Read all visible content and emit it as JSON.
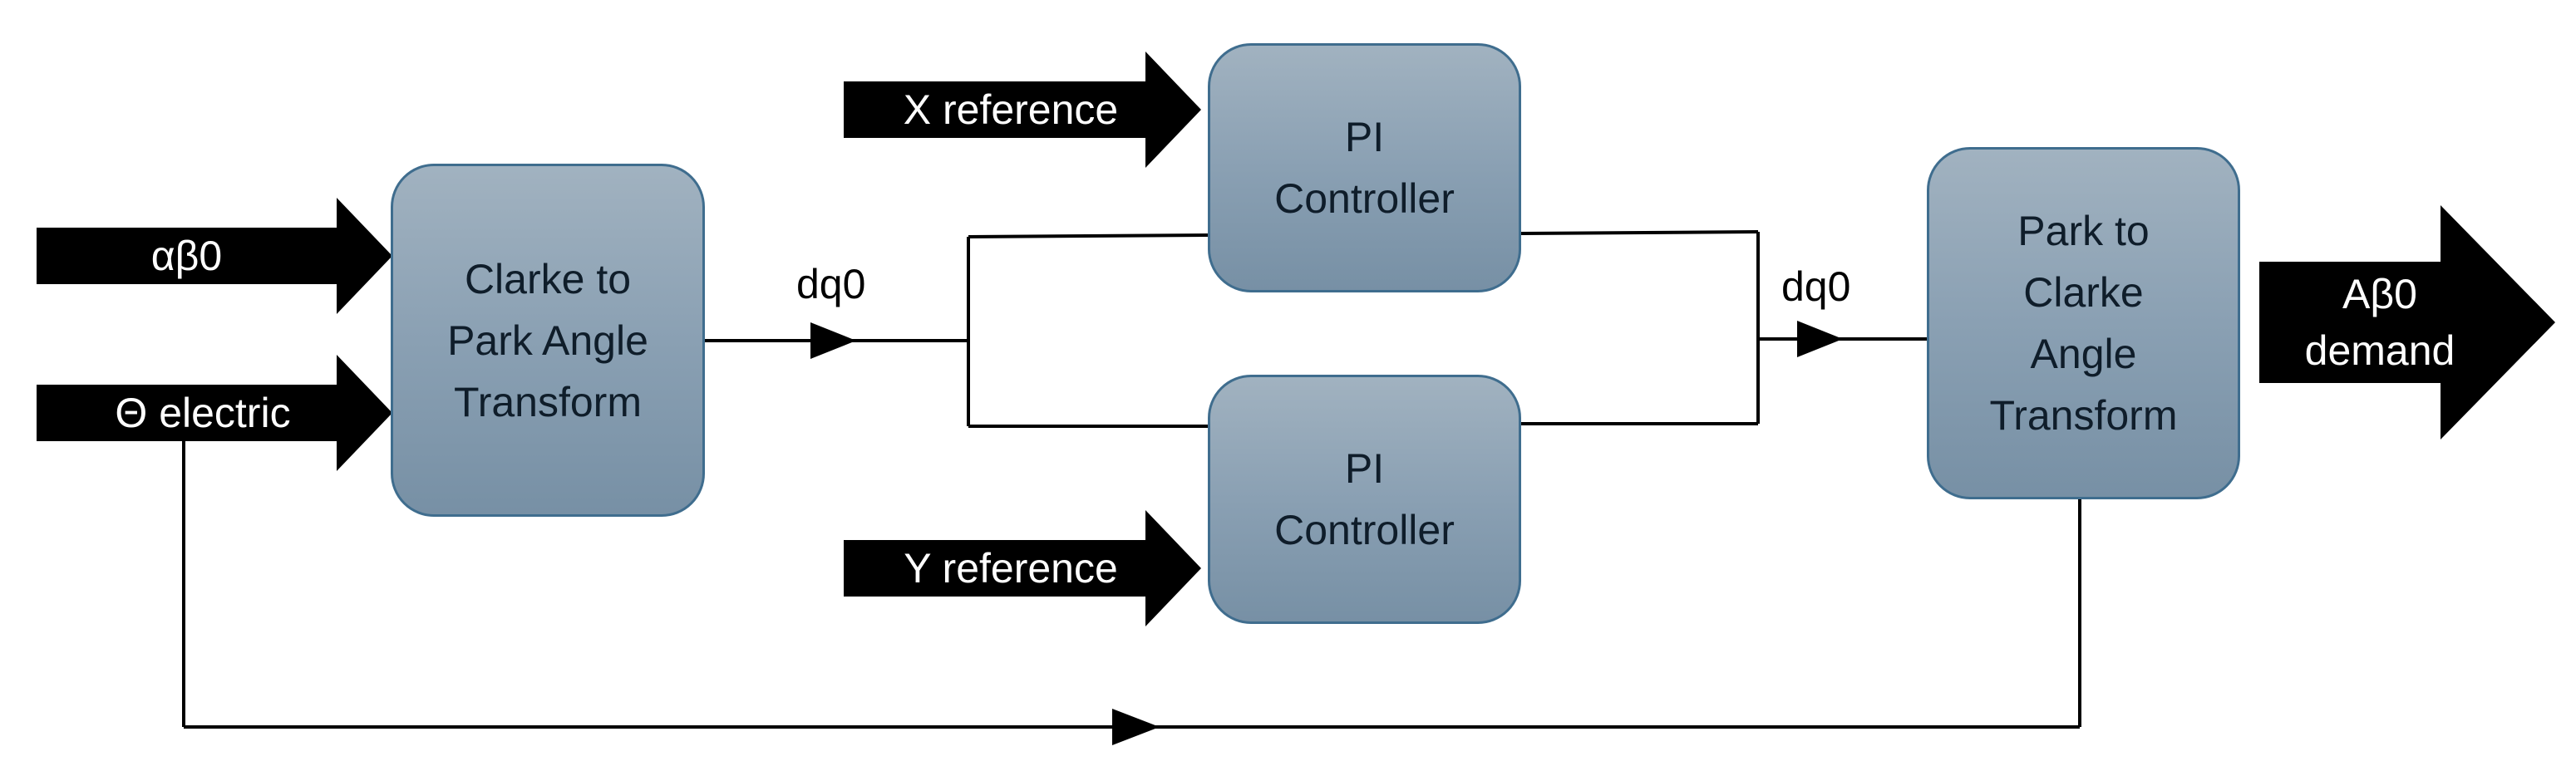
{
  "inputs": {
    "alpha_beta": "αβ0",
    "theta": "Θ electric",
    "x_ref": "X reference",
    "y_ref": "Y reference"
  },
  "blocks": {
    "clarke_to_park": [
      "Clarke to",
      "Park Angle",
      "Transform"
    ],
    "pi_top": [
      "PI",
      "Controller"
    ],
    "pi_bottom": [
      "PI",
      "Controller"
    ],
    "park_to_clarke": [
      "Park to",
      "Clarke",
      "Angle",
      "Transform"
    ]
  },
  "wires": {
    "dq0_left": "dq0",
    "dq0_right": "dq0"
  },
  "output": [
    "Aβ0",
    "demand"
  ],
  "colors": {
    "block_fill": "#8aa0b3",
    "block_border": "#3f6d8e",
    "arrow_fill": "#000000",
    "wire": "#000000"
  }
}
